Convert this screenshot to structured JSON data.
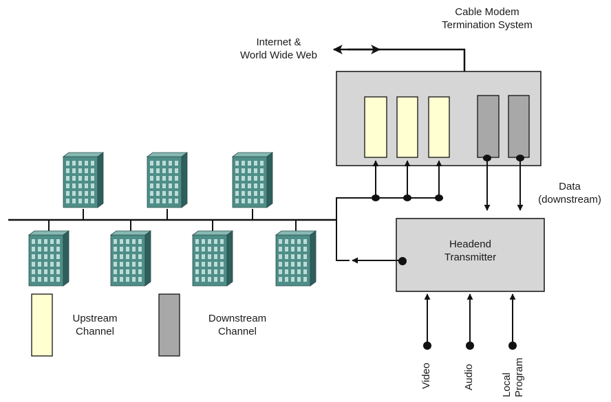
{
  "labels": {
    "cmts_line1": "Cable Modem",
    "cmts_line2": "Termination System",
    "internet_line1": "Internet &",
    "internet_line2": "World Wide Web",
    "data_line1": "Data",
    "data_line2": "(downstream)",
    "headend_line1": "Headend",
    "headend_line2": "Transmitter",
    "legend_upstream_line1": "Upstream",
    "legend_upstream_line2": "Channel",
    "legend_downstream_line1": "Downstream",
    "legend_downstream_line2": "Channel",
    "input_video": "Video",
    "input_audio": "Audio",
    "input_local_line1": "Local",
    "input_local_line2": "Program"
  },
  "colors": {
    "box_fill": "#d6d6d6",
    "upstream_fill": "#ffffd2",
    "downstream_fill": "#a8a8a8",
    "building_front": "#4f8e88",
    "building_side": "#2e5f5c",
    "building_top": "#86b9b3",
    "building_window": "#bcdcd8",
    "line": "#111111"
  },
  "icons": {
    "building": "building-icon",
    "bidirectional_arrow": "double-arrow-icon"
  }
}
